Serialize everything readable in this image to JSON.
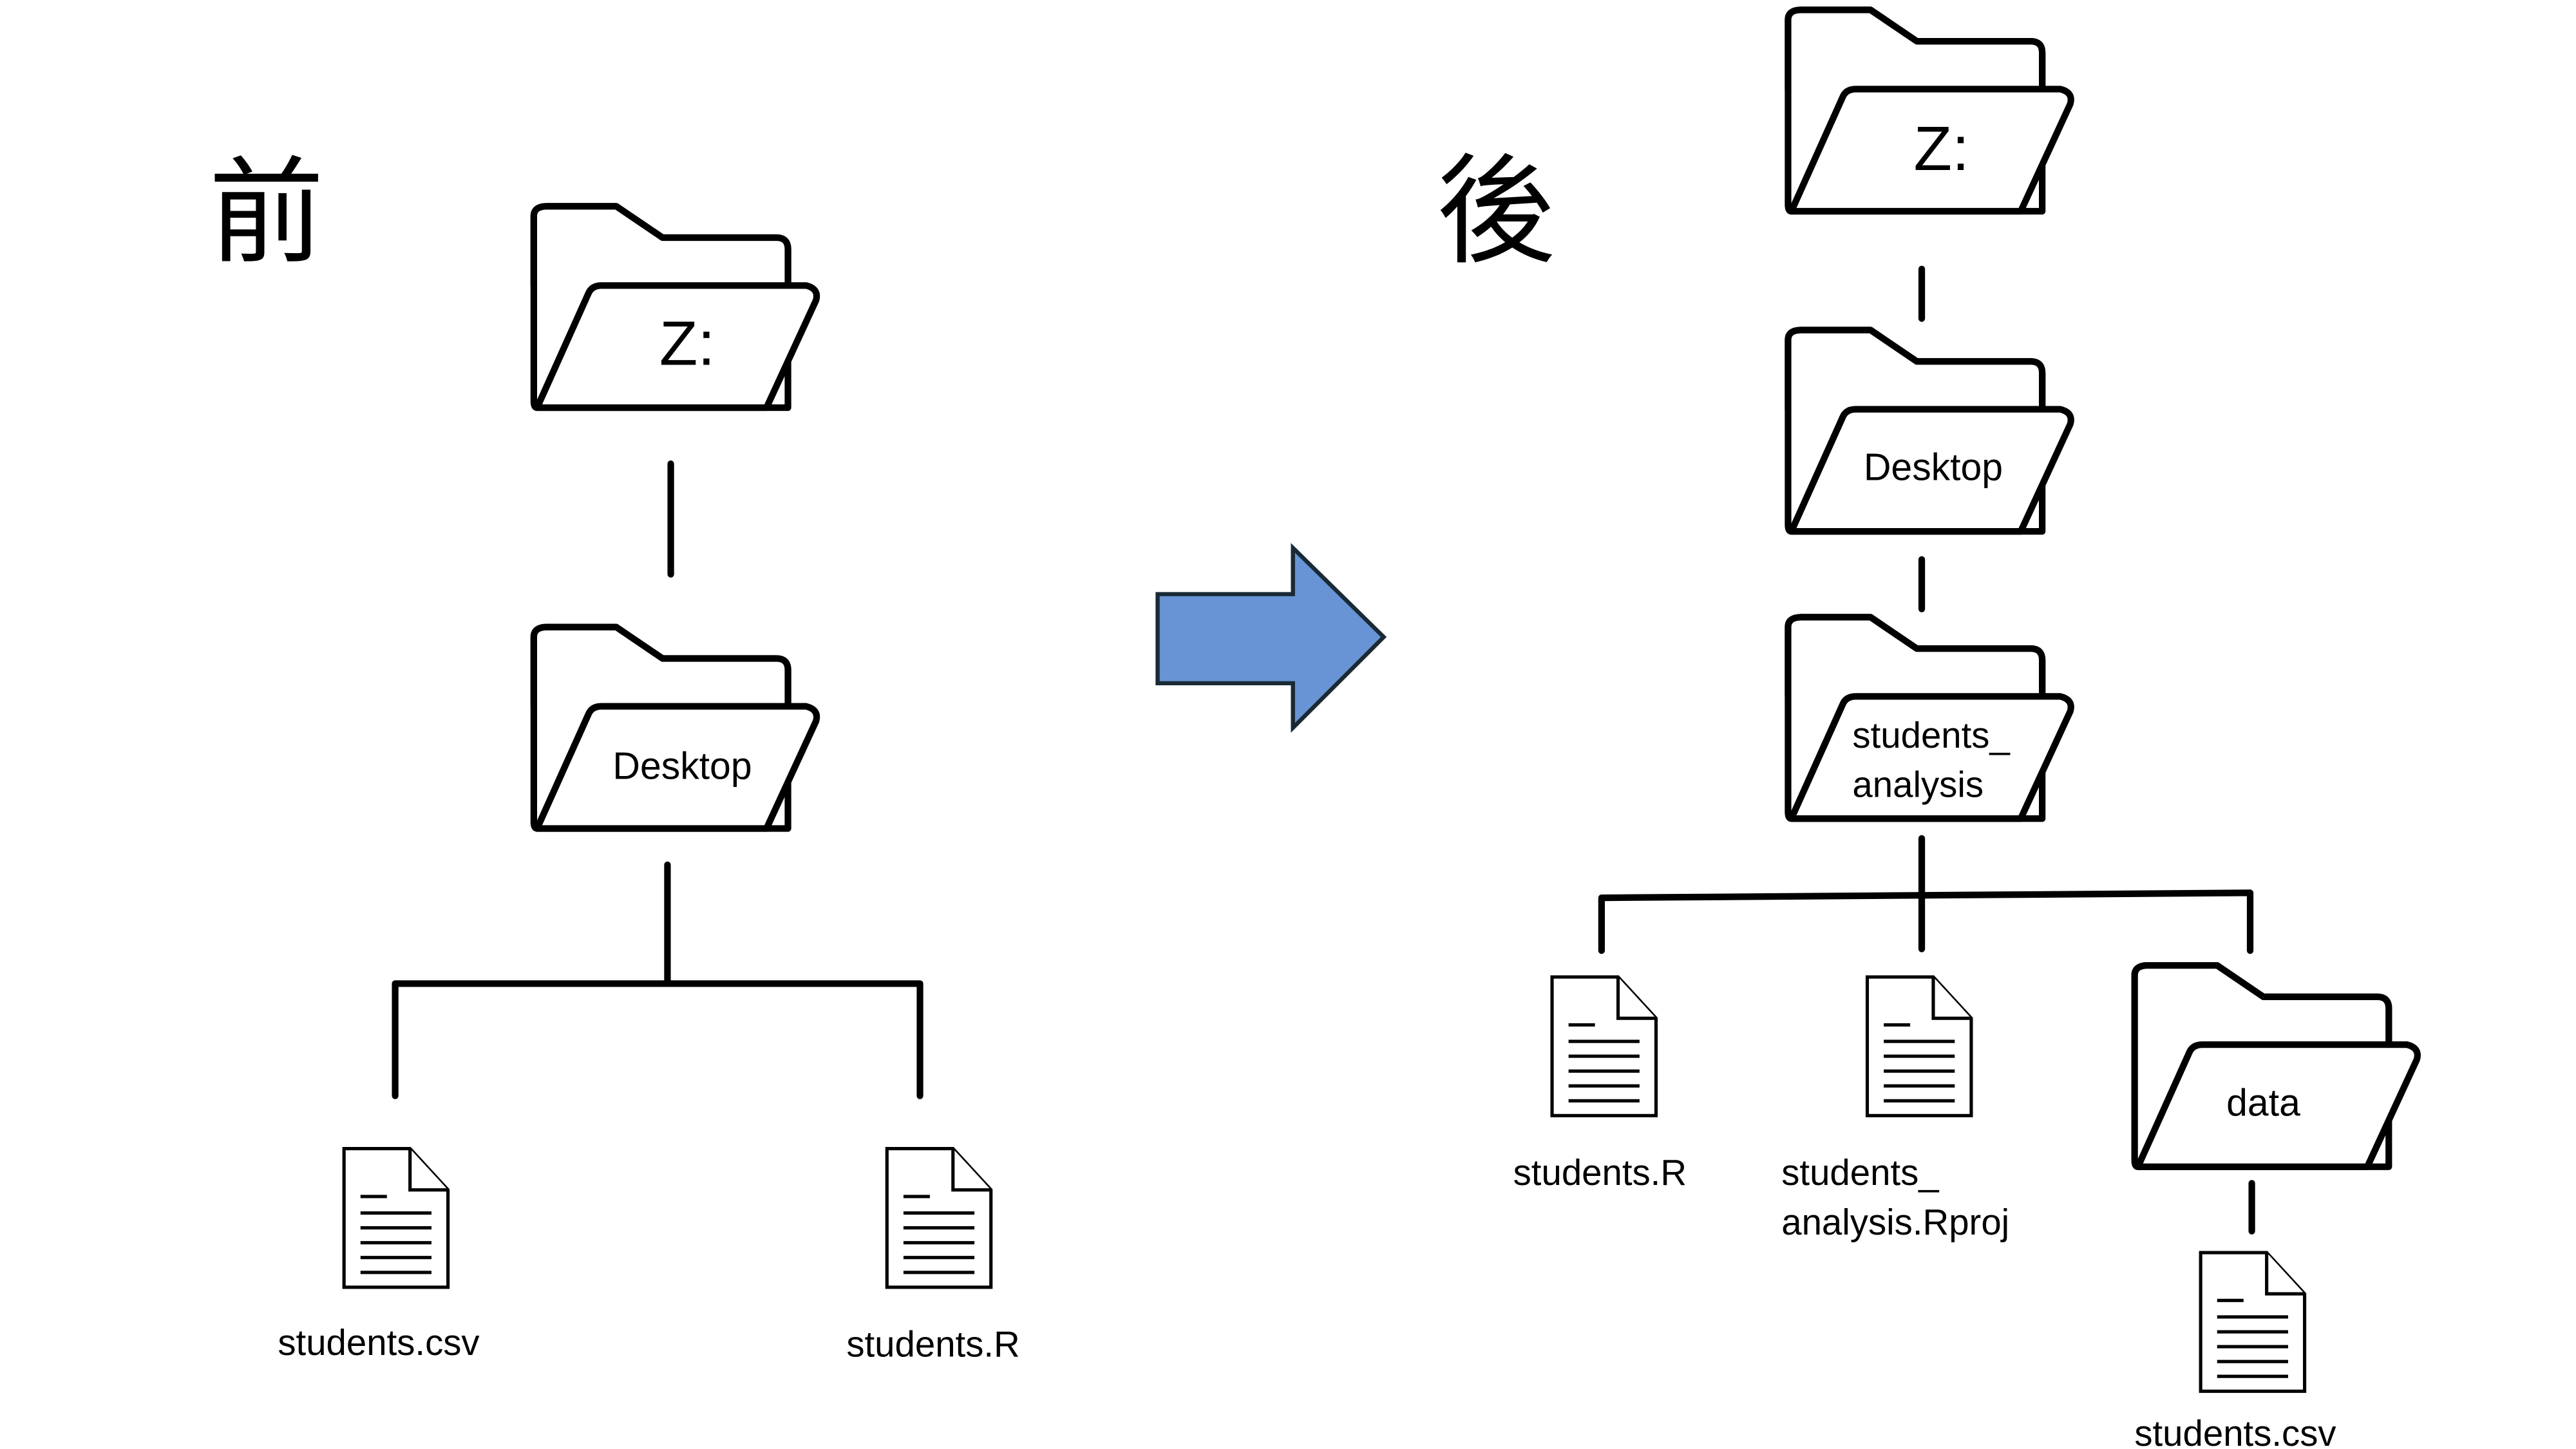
{
  "before": {
    "heading": "前",
    "tree": {
      "root": "Z:",
      "child": "Desktop",
      "files": [
        "students.csv",
        "students.R"
      ]
    }
  },
  "after": {
    "heading": "後",
    "tree": {
      "root": "Z:",
      "child": "Desktop",
      "project_line1": "students_",
      "project_line2": "analysis",
      "files": [
        "students.R"
      ],
      "rproj_line1": "students_",
      "rproj_line2": "analysis.Rproj",
      "data_folder": "data",
      "data_file": "students.csv"
    }
  },
  "arrow": {
    "direction": "right",
    "fill": "#6894d5",
    "stroke": "#1a2a35"
  }
}
